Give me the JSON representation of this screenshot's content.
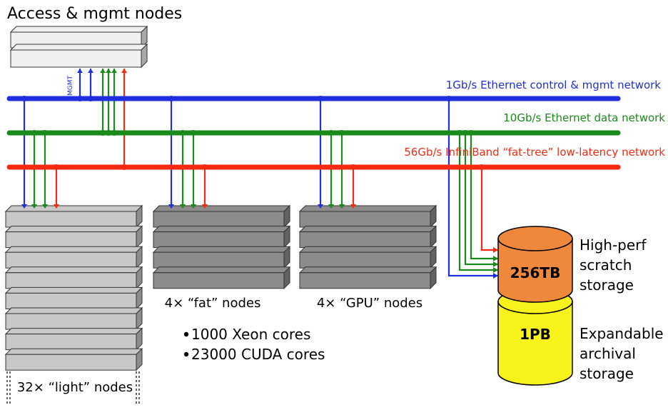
{
  "title": "Access & mgmt nodes",
  "mgmt_tag": "MGMT",
  "networks": {
    "ethernet_mgmt": {
      "label": "1Gb/s Ethernet control & mgmt network",
      "color": "#1f2fe0"
    },
    "ethernet_data": {
      "label": "10Gb/s Ethernet data network",
      "color": "#1a8a1a"
    },
    "infiniband": {
      "label": "56Gb/s InfiniBand “fat-tree” low-latency network",
      "color": "#f52a10"
    }
  },
  "node_groups": {
    "light": {
      "label": "32× “light” nodes",
      "color": "#c8c8c8"
    },
    "fat": {
      "label": "4× “fat” nodes",
      "color": "#8c8c8c"
    },
    "gpu": {
      "label": "4× “GPU” nodes",
      "color": "#8c8c8c"
    }
  },
  "core_counts": [
    "1000 Xeon cores",
    "23000 CUDA cores"
  ],
  "storage": {
    "scratch": {
      "capacity": "256TB",
      "label_lines": [
        "High-perf",
        "scratch",
        "storage"
      ],
      "color": "#f0883c"
    },
    "archival": {
      "capacity": "1PB",
      "label_lines": [
        "Expandable",
        "archival",
        "storage"
      ],
      "color": "#f7f21a"
    }
  }
}
